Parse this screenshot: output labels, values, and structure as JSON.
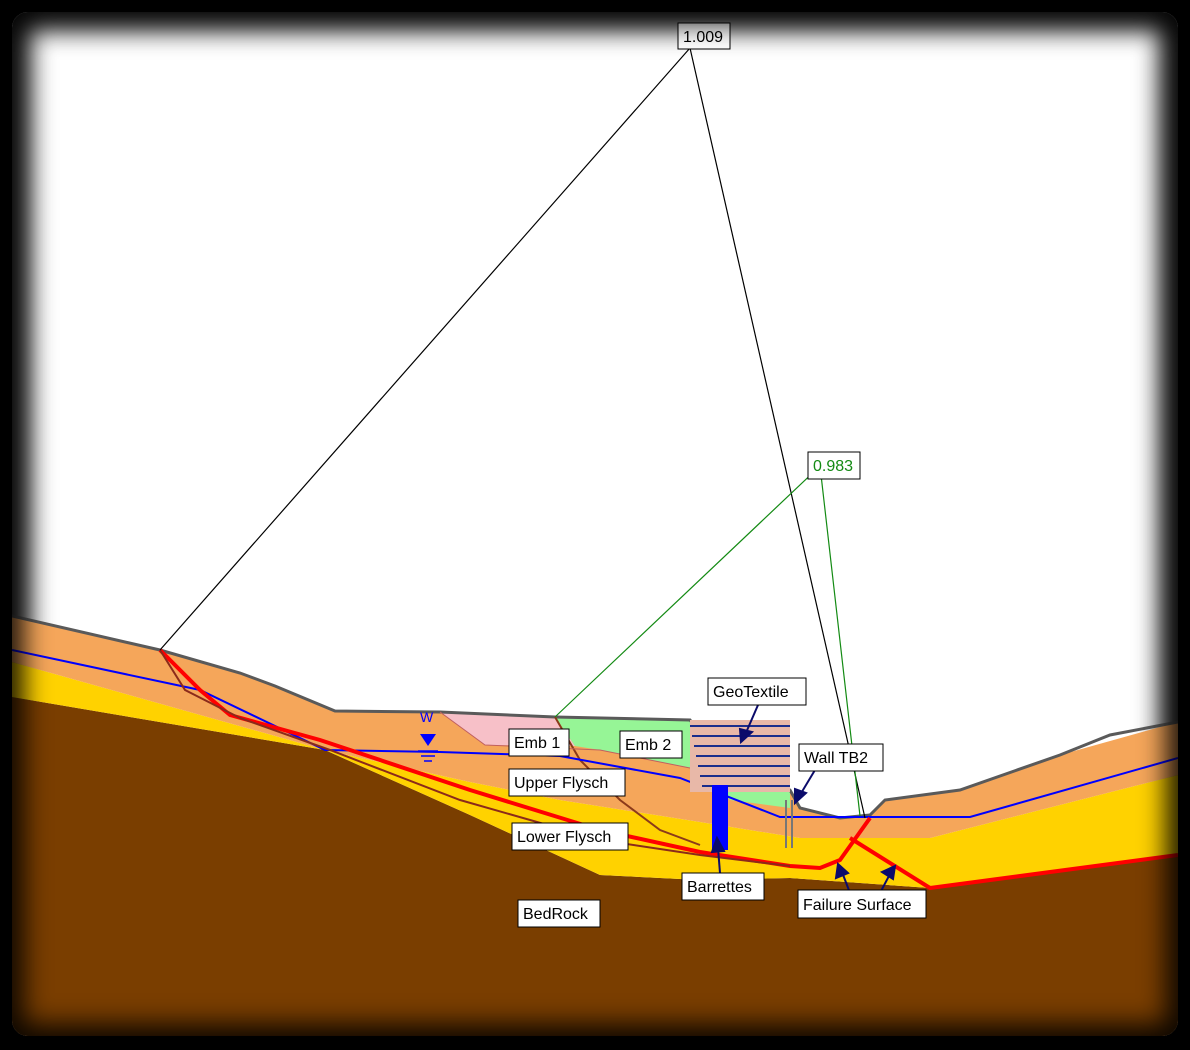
{
  "colors": {
    "bedrock": "#7a3e00",
    "lower_flysch": "#ffd200",
    "upper_flysch": "#f5a65a",
    "emb1": "#f7c0c8",
    "emb2": "#96f596",
    "water": "#0000ff",
    "failure": "#ff0000",
    "green_line": "#138a13",
    "geotextile": "#1a2d8c",
    "barrette": "#0000ff",
    "ground_line": "#5a5a5a",
    "arrow": "#0b0b6b"
  },
  "factors": {
    "primary": "1.009",
    "secondary": "0.983"
  },
  "labels": {
    "emb1": "Emb 1",
    "emb2": "Emb 2",
    "upper_flysch": "Upper Flysch",
    "lower_flysch": "Lower Flysch",
    "bedrock": "BedRock",
    "geotextile": "GeoTextile",
    "wall": "Wall TB2",
    "barrettes": "Barrettes",
    "failure_surface": "Failure Surface",
    "water_symbol": "W"
  }
}
